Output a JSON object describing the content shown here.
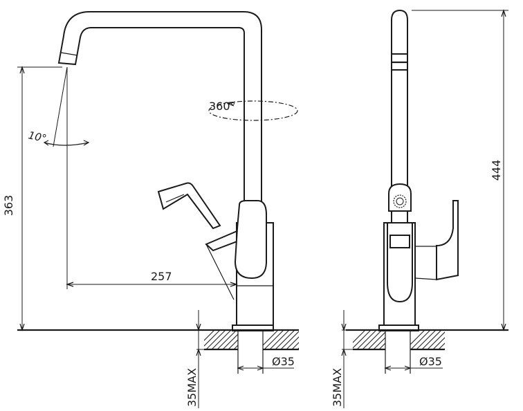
{
  "dimensions": {
    "spout_height": "363",
    "total_height": "444",
    "reach": "257",
    "rotation": "360°",
    "tilt": "10°",
    "hole_diameter_front": "Ø35",
    "hole_diameter_side": "Ø35",
    "max_thickness_front": "35MAX",
    "max_thickness_side": "35MAX"
  }
}
